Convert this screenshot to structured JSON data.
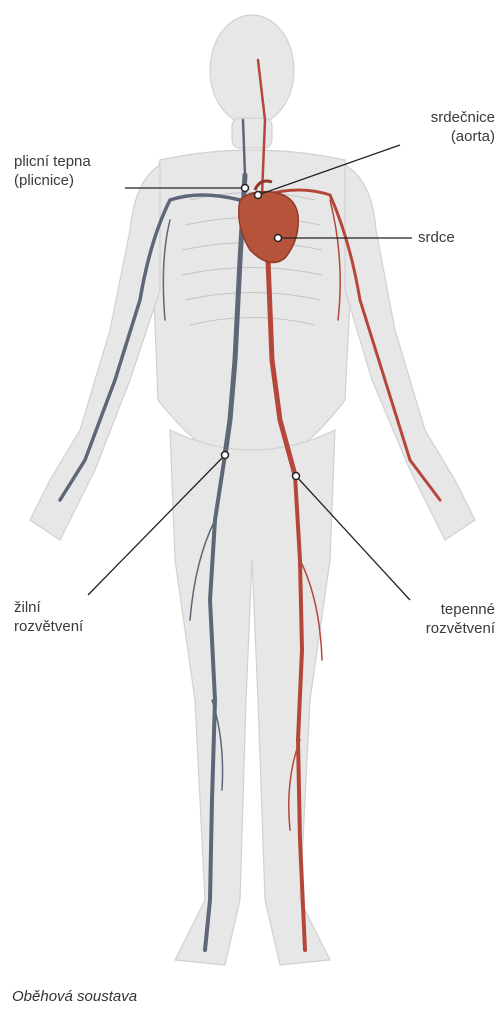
{
  "caption": "Oběhová soustava",
  "colors": {
    "veins": "#5e6777",
    "arteries": "#b4473a",
    "heart": "#b5543b",
    "body": "#dcdcdc",
    "leader": "#222222"
  },
  "labels": {
    "pulmonary_artery": {
      "line1": "plicní tepna",
      "line2": "(plicnice)"
    },
    "aorta": {
      "line1": "srdečnice",
      "line2": "(aorta)"
    },
    "heart": {
      "line1": "srdce"
    },
    "venous_branching": {
      "line1": "žilní",
      "line2": "rozvětvení"
    },
    "arterial_branching": {
      "line1": "tepenné",
      "line2": "rozvětvení"
    }
  }
}
